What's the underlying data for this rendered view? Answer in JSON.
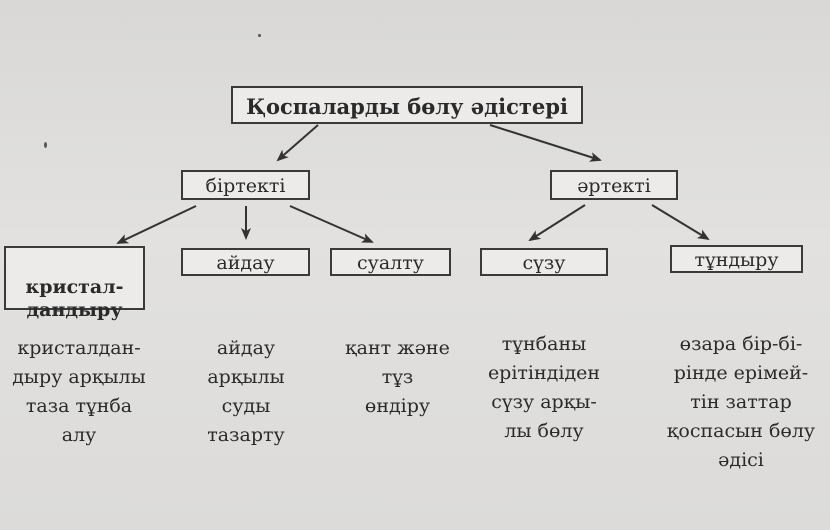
{
  "title": "Қоспаларды бөлу әдістері",
  "groups": [
    "біртекті",
    "әртекті"
  ],
  "methods": [
    "кристал-\nдандыру",
    "айдау",
    "суалту",
    "сүзу",
    "тұндыру"
  ],
  "descriptions": [
    "кристалдан-\nдыру арқылы\nтаза тұнба\nалу",
    "айдау\nарқылы\nсуды\nтазарту",
    "қант және\nтұз\nөндіру",
    "тұнбаны\nерітіндіден\nсүзу арқы-\nлы бөлу",
    "өзара бір-бі-\nрінде ерімей-\nтін заттар\nқоспасын бөлу\nәдісі"
  ]
}
